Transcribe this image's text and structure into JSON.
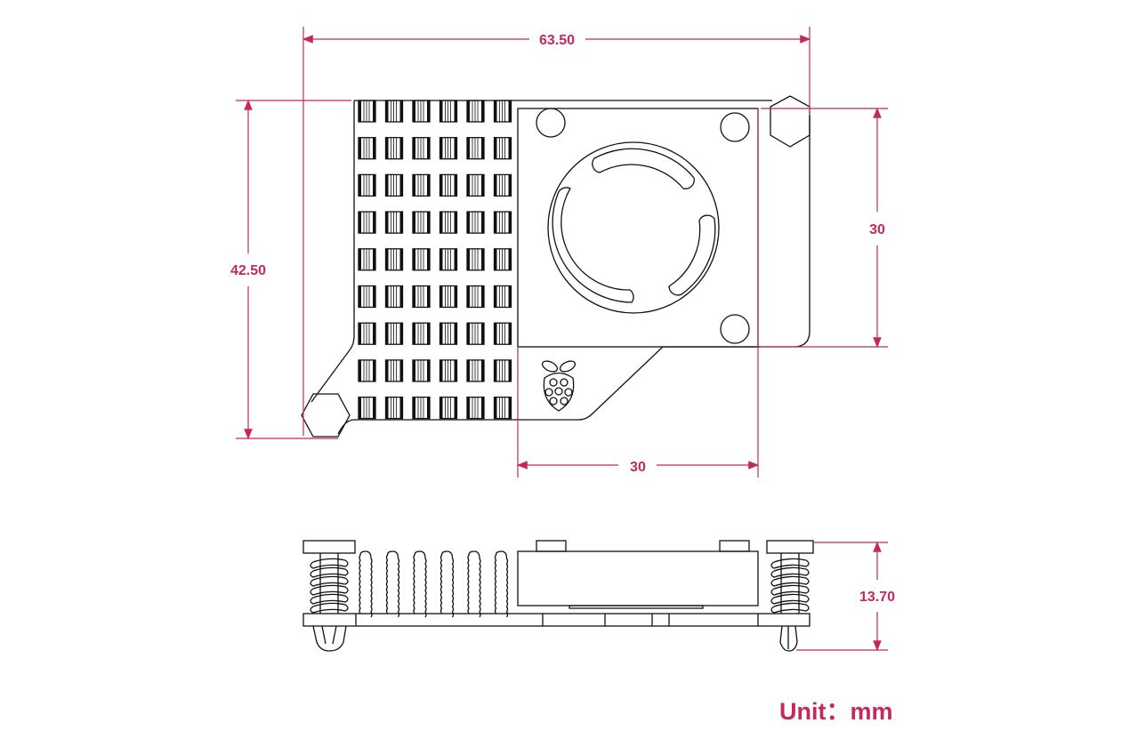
{
  "title": "Heatsink with fan mechanical drawing",
  "colors": {
    "dimension": "#c4285e",
    "outline": "#111111"
  },
  "dimensions": {
    "overall_width": "63.50",
    "overall_height": "42.50",
    "fan_height": "30",
    "fan_width": "30",
    "side_height": "13.70"
  },
  "unit_label": "Unit：mm",
  "fin_grid": {
    "columns": 6,
    "rows": 9
  },
  "side_fins": 6
}
